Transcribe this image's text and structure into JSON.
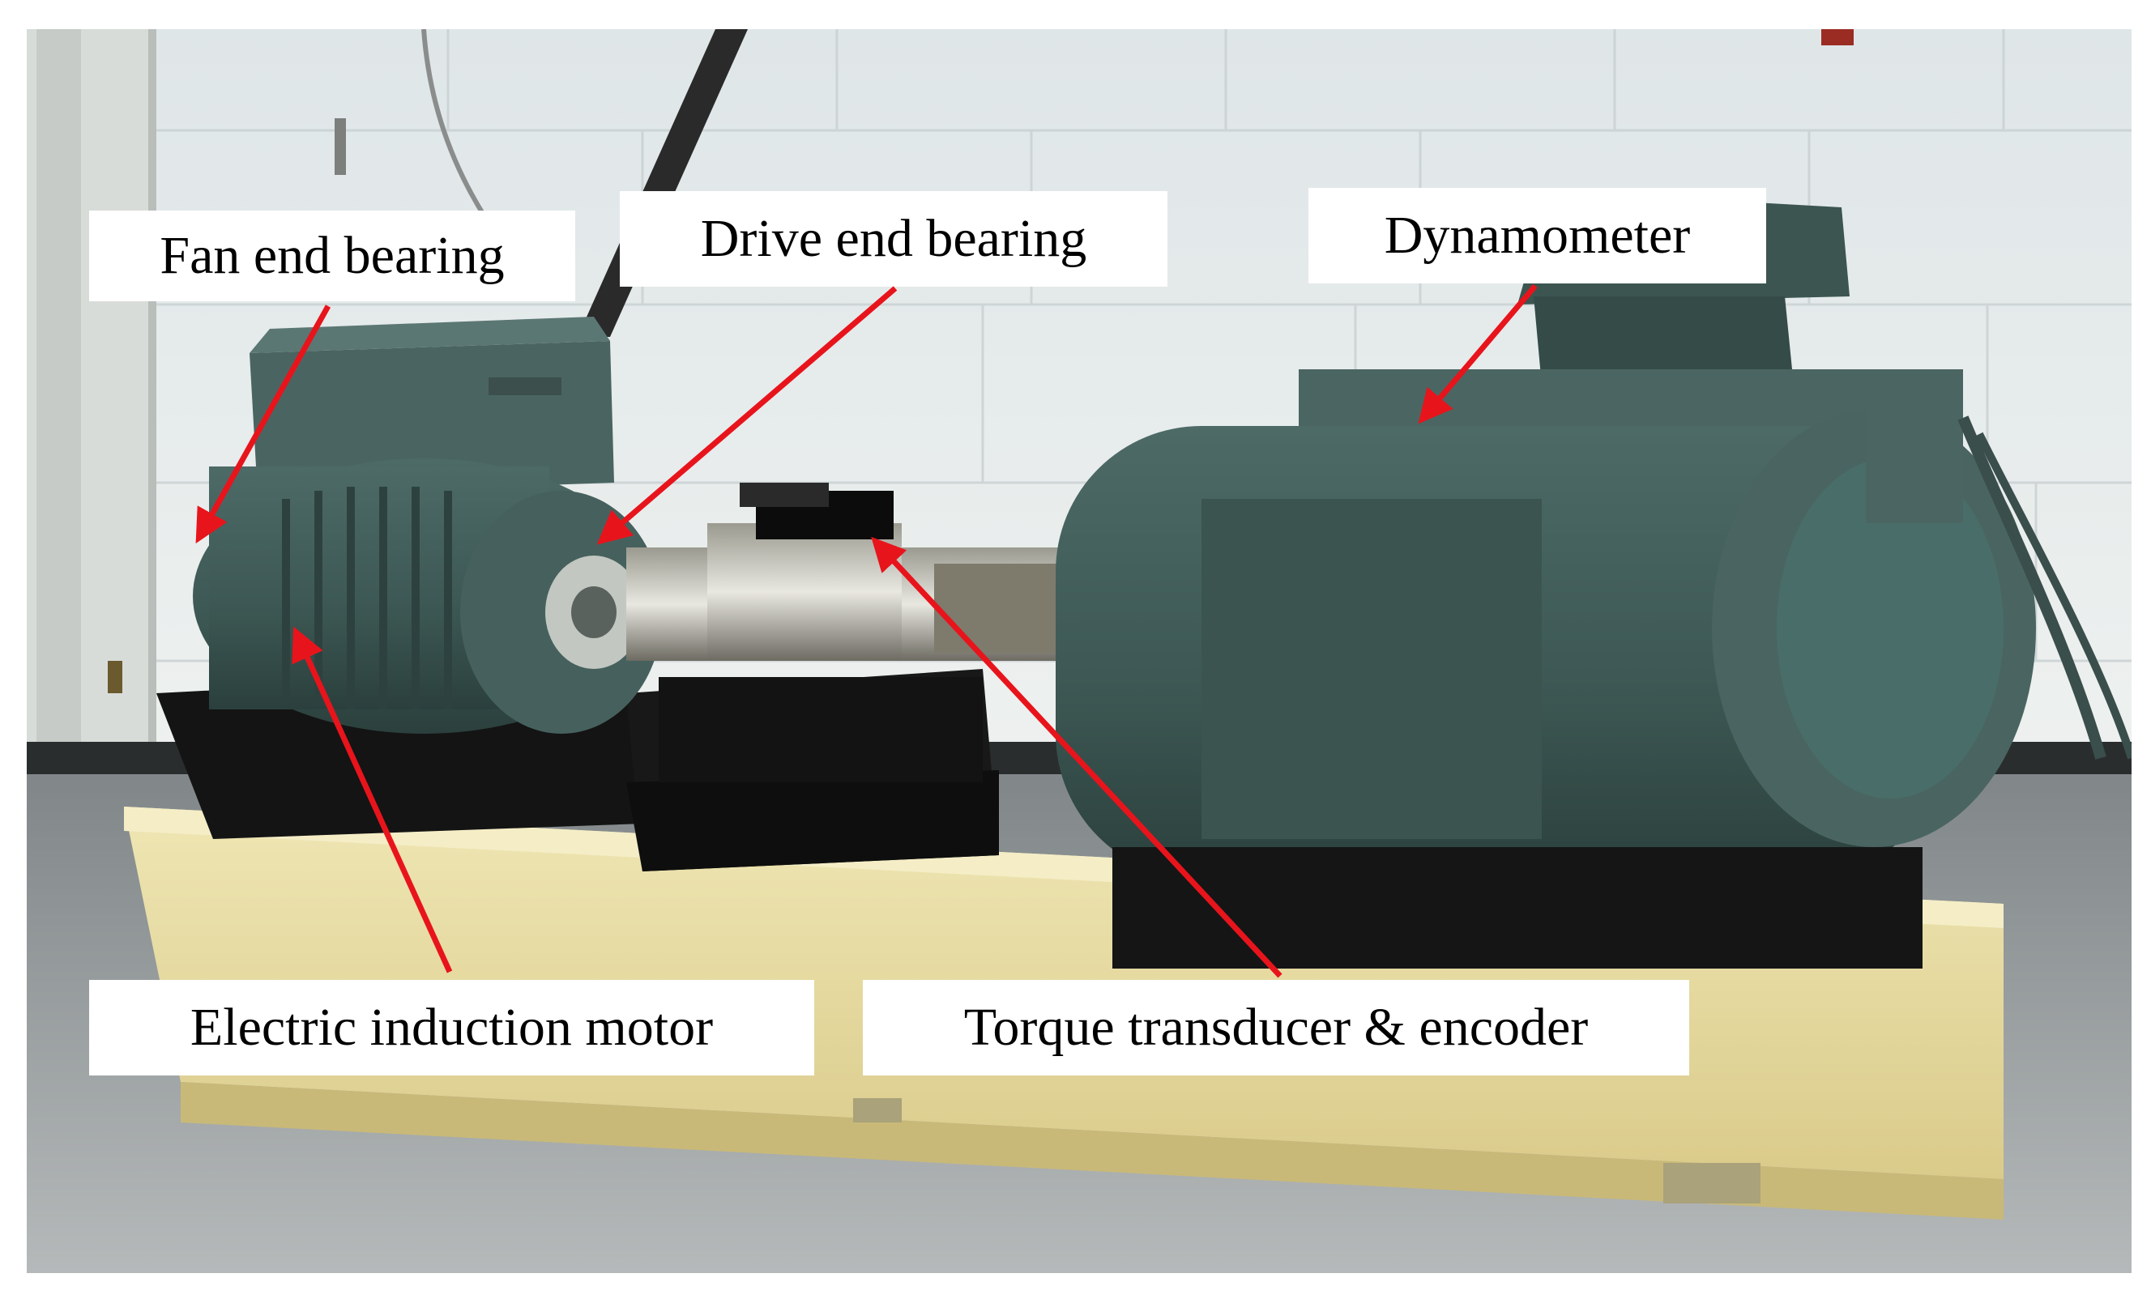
{
  "labels": {
    "fan_end_bearing": "Fan end bearing",
    "drive_end_bearing": "Drive end bearing",
    "dynamometer": "Dynamometer",
    "electric_induction_motor": "Electric induction motor",
    "torque_transducer_encoder": "Torque transducer & encoder"
  },
  "colors": {
    "arrow": "#e8141c",
    "label_background": "#ffffff",
    "label_text": "#000000",
    "machine_green": "#3f5a55",
    "base_black": "#151515",
    "wood_platform": "#e8dca2",
    "wall": "#e4e8ea",
    "floor": "#9ea3a6"
  }
}
